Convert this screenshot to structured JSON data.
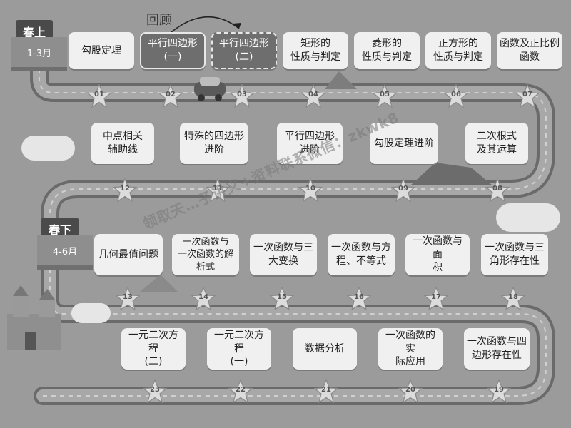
{
  "annotation": "回顾",
  "watermark": "领取天…子讲义+资料联系微信：zkwk8",
  "terms": [
    {
      "name": "春上",
      "range": "1-3月"
    },
    {
      "name": "春下",
      "range": "4-6月"
    }
  ],
  "lessons": [
    {
      "no": "01",
      "title": "勾股定理"
    },
    {
      "no": "02",
      "title": "平行四边形\n(一)"
    },
    {
      "no": "03",
      "title": "平行四边形\n(二)"
    },
    {
      "no": "04",
      "title": "矩形的\n性质与判定"
    },
    {
      "no": "05",
      "title": "菱形的\n性质与判定"
    },
    {
      "no": "06",
      "title": "正方形的\n性质与判定"
    },
    {
      "no": "07",
      "title": "函数及正比例\n函数"
    },
    {
      "no": "08",
      "title": "二次根式\n及其运算"
    },
    {
      "no": "09",
      "title": "勾股定理进阶"
    },
    {
      "no": "10",
      "title": "平行四边形\n进阶"
    },
    {
      "no": "11",
      "title": "特殊的四边形\n进阶"
    },
    {
      "no": "12",
      "title": "中点相关\n辅助线"
    },
    {
      "no": "13",
      "title": "几何最值问题"
    },
    {
      "no": "14",
      "title": "一次函数与\n一次函数的解\n析式"
    },
    {
      "no": "15",
      "title": "一次函数与三\n大变换"
    },
    {
      "no": "16",
      "title": "一次函数与方\n程、不等式"
    },
    {
      "no": "17",
      "title": "一次函数与面\n积"
    },
    {
      "no": "18",
      "title": "一次函数与三\n角形存在性"
    },
    {
      "no": "19",
      "title": "一次函数与四\n边形存在性"
    },
    {
      "no": "20",
      "title": "一次函数的实\n际应用"
    },
    {
      "no": "21",
      "title": "数据分析"
    },
    {
      "no": "22",
      "title": "一元二次方程\n(一)"
    },
    {
      "no": "23",
      "title": "一元二次方程\n(二)"
    }
  ]
}
